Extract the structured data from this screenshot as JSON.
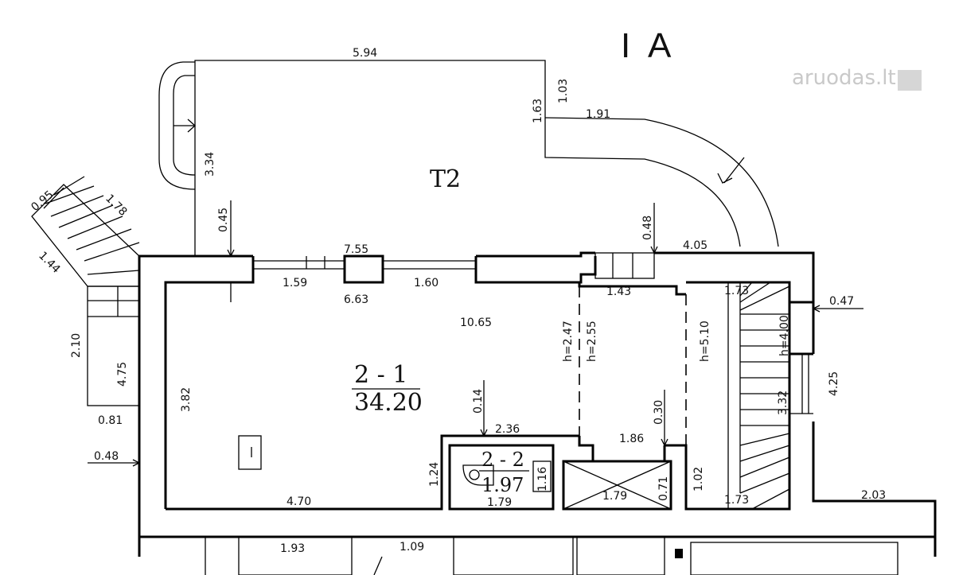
{
  "title": "I A",
  "watermark": "aruodas.lt",
  "rooms": {
    "t2": "T2",
    "r21": {
      "id": "2 - 1",
      "area": "34.20"
    },
    "r22": {
      "id": "2 - 2",
      "area": "1.97"
    }
  },
  "dims": {
    "top_594": "5.94",
    "v_334": "3.34",
    "v_163": "1.63",
    "v_103": "1.03",
    "arc_191": "1.91",
    "v_045": "0.45",
    "v_048a": "0.48",
    "h_405": "4.05",
    "h_755": "7.55",
    "h_159": "1.59",
    "h_663": "6.63",
    "h_160": "1.60",
    "h_143": "1.43",
    "h_173a": "1.73",
    "h_047": "0.47",
    "v_400": "h=4.00",
    "v_425": "4.25",
    "h_1065": "10.65",
    "v_247": "h=2.47",
    "v_255": "h=2.55",
    "v_510": "h=5.10",
    "v_382": "3.82",
    "v_014": "0.14",
    "h_236": "2.36",
    "v_030": "0.30",
    "h_186": "1.86",
    "v_124": "1.24",
    "v_116": "1.16",
    "h_179a": "1.79",
    "h_179b": "1.79",
    "v_071": "0.71",
    "v_102": "1.02",
    "v_332": "3.32",
    "h_173b": "1.73",
    "h_203": "2.03",
    "h_470": "4.70",
    "h_048b": "0.48",
    "h_081": "0.81",
    "v_210": "2.10",
    "v_475": "4.75",
    "d_095": "0.95",
    "d_178": "1.78",
    "d_144": "1.44",
    "h_193": "1.93",
    "h_109": "1.09"
  }
}
